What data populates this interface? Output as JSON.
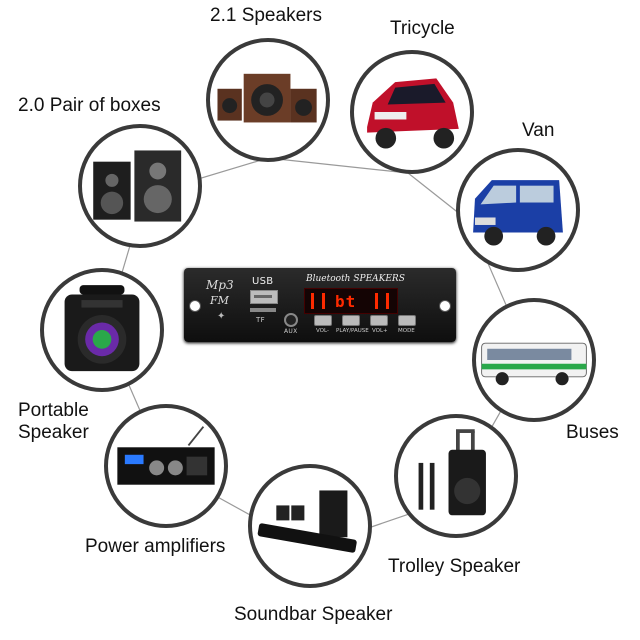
{
  "labels": {
    "speakers21": "2.1 Speakers",
    "tricycle": "Tricycle",
    "pair20": "2.0 Pair of boxes",
    "van": "Van",
    "portable_line1": "Portable",
    "portable_line2": "Speaker",
    "buses": "Buses",
    "power_amplifiers": "Power amplifiers",
    "trolley_speaker": "Trolley Speaker",
    "soundbar_speaker": "Soundbar Speaker"
  },
  "module": {
    "brand_line1": "Mp3",
    "brand_line2": "FM",
    "usb_label": "USB",
    "tf_label": "TF",
    "aux_label": "AUX",
    "panel_title": "Bluetooth SPEAKERS",
    "display_text": "bt",
    "buttons": [
      "VOL-",
      "PLAY/PAUSE",
      "VOL+",
      "MODE"
    ]
  },
  "colors": {
    "circle_border": "#3a3a3a",
    "connector_line": "#9a9a9a",
    "display_red": "#ff2a00",
    "module_body": "#1a1a1a"
  },
  "icons": {
    "speakers21": "speakers-21-icon",
    "tricycle": "tricycle-icon",
    "pair20": "speaker-pair-icon",
    "van": "van-icon",
    "portable": "portable-speaker-icon",
    "buses": "bus-icon",
    "power_amplifiers": "amplifier-icon",
    "trolley_speaker": "trolley-speaker-icon",
    "soundbar_speaker": "soundbar-icon"
  }
}
